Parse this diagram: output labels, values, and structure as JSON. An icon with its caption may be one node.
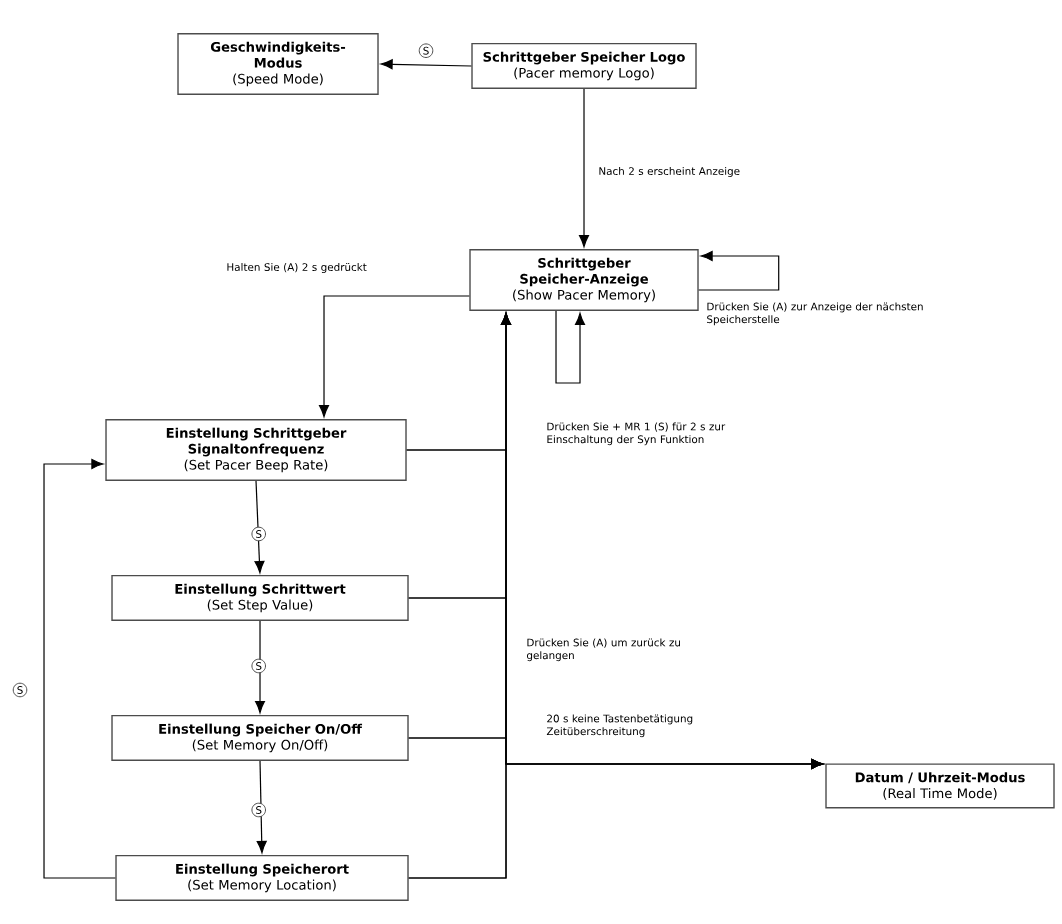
{
  "diagram": {
    "nodes": [
      {
        "text": [
          "Geschwindigkeits-Modus",
          "(Speed Mode)"
        ]
      },
      {
        "text": [
          "Schrittgeber Speicher Logo",
          "(Pacer memory Logo)"
        ]
      },
      {
        "text": [
          "Schrittgeber Speicher-Anzeige",
          "(Show Pacer Memory)"
        ]
      },
      {
        "text": [
          "Einstellung Schrittgeber Signaltonfrequenz",
          "(Set Pacer Beep Rate)"
        ]
      },
      {
        "text": [
          "Einstellung Schrittwert",
          "(Set Step Value)"
        ]
      },
      {
        "text": [
          "Einstellung Speicher On/Off",
          "(Set Memory On/Off)"
        ]
      },
      {
        "text": [
          "Einstellung Speicherort",
          "(Set Memory Location)"
        ]
      },
      {
        "text": [
          "Datum / Uhrzeit-Modus",
          "(Real Time Mode)"
        ]
      }
    ],
    "edges": [
      {
        "from": 1,
        "to": 0,
        "arrow": "to",
        "label": "S"
      },
      {
        "from": 1,
        "to": 2,
        "arrow": "to",
        "label": "Nach 2 s erscheint Anzeige"
      },
      {
        "from": 2,
        "to": 3,
        "arrow": "to",
        "label": "Halten Sie (A) 2 s gedrückt"
      },
      {
        "from": 2,
        "to": 2,
        "arrow": "to",
        "label": "Drücken Sie (A) zur Anzeige der nächsten Speicherstelle"
      },
      {
        "from": 2,
        "to": 2,
        "arrow": "to",
        "label": "Drücken Sie + MR 1 (S) für 2 s zur Einschaltung der Syn Funktion"
      },
      {
        "from": 3,
        "to": 2,
        "arrow": "to"
      },
      {
        "from": 4,
        "to": 2,
        "arrow": "to",
        "label": "Drücken Sie (A) um zurück zu gelangen"
      },
      {
        "from": 5,
        "to": 2,
        "arrow": "to"
      },
      {
        "from": 6,
        "to": 2,
        "arrow": "to"
      },
      {
        "from": 3,
        "to": 7,
        "arrow": "to"
      },
      {
        "from": 4,
        "to": 7,
        "arrow": "to"
      },
      {
        "from": 5,
        "to": 7,
        "arrow": "to"
      },
      {
        "from": 6,
        "to": 7,
        "arrow": "to",
        "label": "20 s keine Tastenbetätigung Zeitüberschreitung"
      },
      {
        "from": 3,
        "to": 4,
        "arrow": "to",
        "label": "S"
      },
      {
        "from": 4,
        "to": 5,
        "arrow": "to",
        "label": "S"
      },
      {
        "from": 5,
        "to": 6,
        "arrow": "to",
        "label": "S"
      },
      {
        "from": 6,
        "to": 3,
        "arrow": "to",
        "label": "S"
      }
    ]
  }
}
